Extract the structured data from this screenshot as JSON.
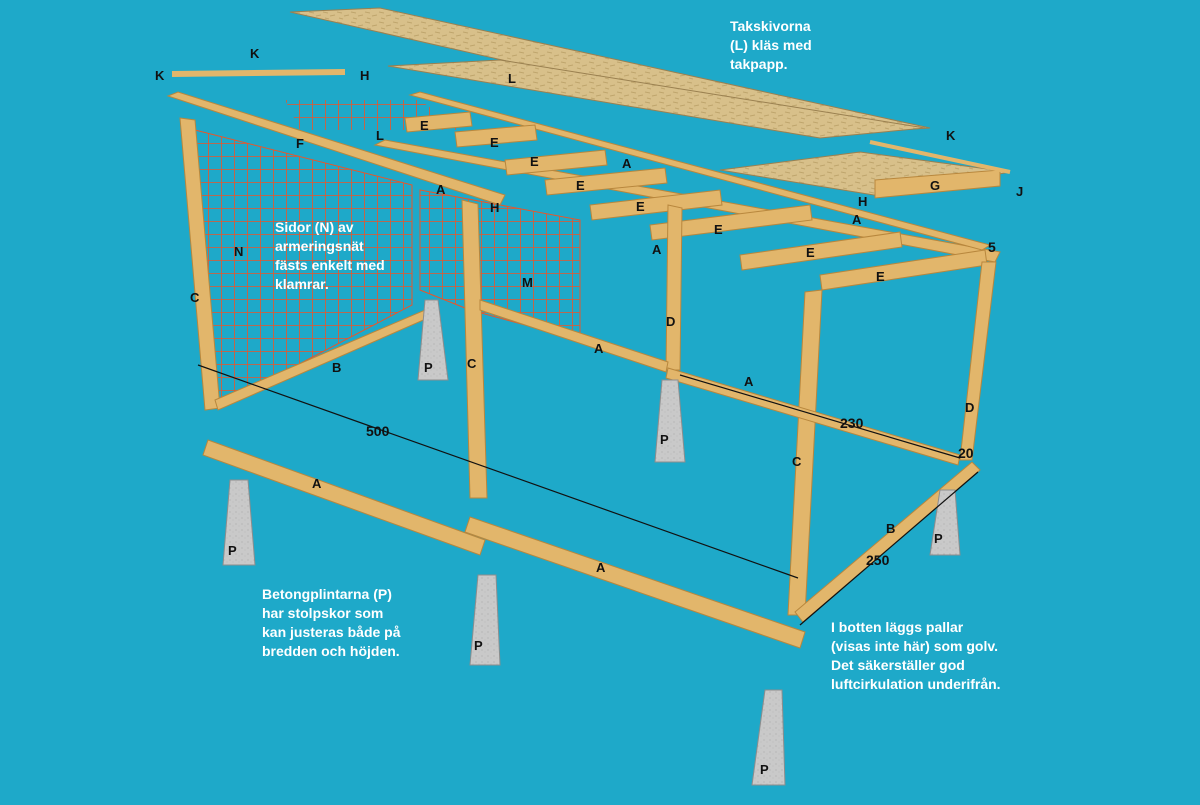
{
  "annotations": {
    "roof_note": [
      "Takskivorna",
      "(L) kläs med",
      "takpapp."
    ],
    "side_note": [
      "Sidor (N) av",
      "armeringsnät",
      "fästs enkelt med",
      "klamrar."
    ],
    "plinth_note": [
      "Betongplintarna (P)",
      "har stolpskor som",
      "kan justeras både på",
      "bredden och höjden."
    ],
    "floor_note": [
      "I botten läggs pallar",
      "(visas inte här) som golv.",
      "Det säkerställer god",
      "luftcirkulation underifrån."
    ]
  },
  "dimensions": {
    "length": "500",
    "side_depth": "230",
    "front_width": "250",
    "offset": "20",
    "gap": "5"
  },
  "part_labels": {
    "A": "A",
    "B": "B",
    "C": "C",
    "D": "D",
    "E": "E",
    "F": "F",
    "G": "G",
    "H": "H",
    "J": "J",
    "K": "K",
    "L": "L",
    "M": "M",
    "N": "N",
    "P": "P"
  },
  "colors": {
    "background": "#1ea9c9",
    "wood": "#e2b66b",
    "wood_dark": "#b8873d",
    "mesh": "#e8562a",
    "osb": "#d8c08a",
    "concrete": "#c9c9c9"
  }
}
